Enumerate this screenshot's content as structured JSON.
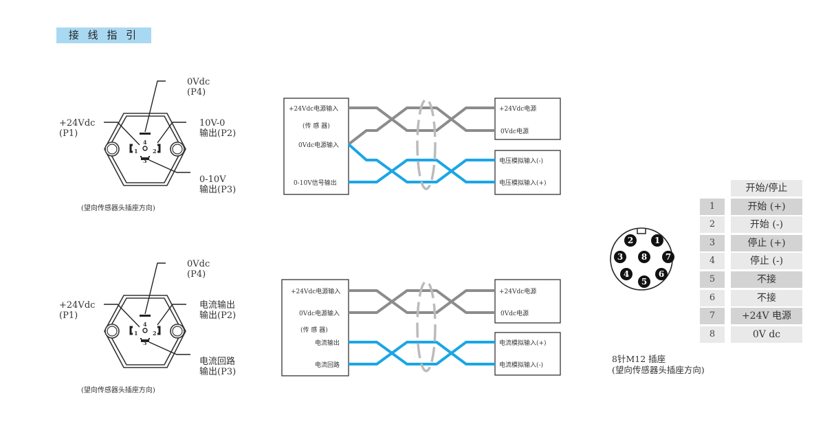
{
  "title": "接 线 指 引",
  "connector_voltage": {
    "p4": "0Vdc",
    "p4_id": "(P4)",
    "p1": "+24Vdc",
    "p1_id": "(P1)",
    "p2": "10V-0",
    "p2_id": "输出(P2)",
    "p3": "0-10V",
    "p3_id": "输出(P3)",
    "pins": [
      "1",
      "2",
      "3",
      "4"
    ],
    "caption": "(望向传感器头插座方向)"
  },
  "connector_current": {
    "p4": "0Vdc",
    "p4_id": "(P4)",
    "p1": "+24Vdc",
    "p1_id": "(P1)",
    "p2": "电流输出",
    "p2_id": "输出(P2)",
    "p3": "电流回路",
    "p3_id": "输出(P3)",
    "pins": [
      "1",
      "2",
      "3",
      "4"
    ],
    "caption": "(望向传感器头插座方向)"
  },
  "wiring_voltage": {
    "left": [
      "+24Vdc电源输入",
      "(传 感 器)",
      "0Vdc电源输入",
      "0-10V信号输出"
    ],
    "right_power": [
      "+24Vdc电源",
      "0Vdc电源"
    ],
    "right_signal": [
      "电压模拟输入(-)",
      "电压模拟输入(+)"
    ]
  },
  "wiring_current": {
    "left": [
      "+24Vdc电源输入",
      "0Vdc电源输入",
      "(传 感 器)",
      "电流输出",
      "电流回路"
    ],
    "right_power": [
      "+24Vdc电源",
      "0Vdc电源"
    ],
    "right_signal": [
      "电流模拟输入(+)",
      "电流模拟输入(-)"
    ]
  },
  "m12": {
    "pins": [
      "1",
      "2",
      "3",
      "4",
      "5",
      "6",
      "7",
      "8"
    ],
    "caption_line1": "8针M12 插座",
    "caption_line2": "(望向传感器头插座方向)"
  },
  "table": {
    "header": "开始/停止",
    "rows": [
      [
        "1",
        "开始 (+)"
      ],
      [
        "2",
        "开始 (-)"
      ],
      [
        "3",
        "停止 (+)"
      ],
      [
        "4",
        "停止 (-)"
      ],
      [
        "5",
        "不接"
      ],
      [
        "6",
        "不接"
      ],
      [
        "7",
        "+24V 电源"
      ],
      [
        "8",
        "0V dc"
      ]
    ]
  },
  "colors": {
    "title_bg": "#a9d9f2",
    "gray_wire": "#8c8c8c",
    "blue_wire": "#1aa6e6"
  }
}
